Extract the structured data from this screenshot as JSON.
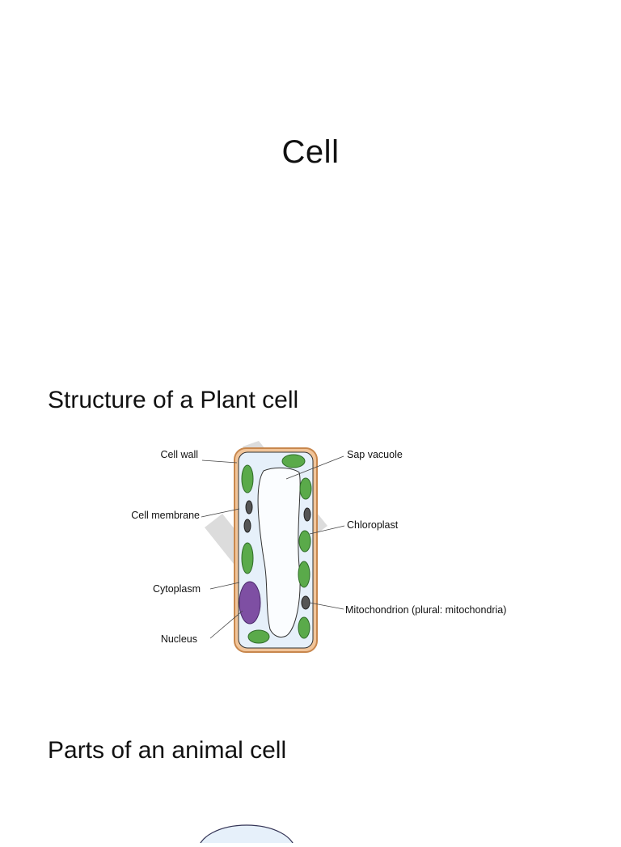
{
  "title": "Cell",
  "sections": [
    {
      "heading": "Structure of a Plant cell",
      "diagram_labels": {
        "cell_wall": "Cell wall",
        "cell_membrane": "Cell membrane",
        "cytoplasm": "Cytoplasm",
        "nucleus": "Nucleus",
        "sap_vacuole": "Sap vacuole",
        "chloroplast": "Chloroplast",
        "mitochondrion": "Mitochondrion (plural: mitochondria)"
      }
    },
    {
      "heading": "Parts of an animal cell"
    }
  ],
  "colors": {
    "cell_wall": "#e0a070",
    "cytoplasm": "#e6f0fa",
    "chloroplast": "#5aaa4a",
    "nucleus": "#7e4fa3",
    "watermark": "#c8c8c8"
  }
}
